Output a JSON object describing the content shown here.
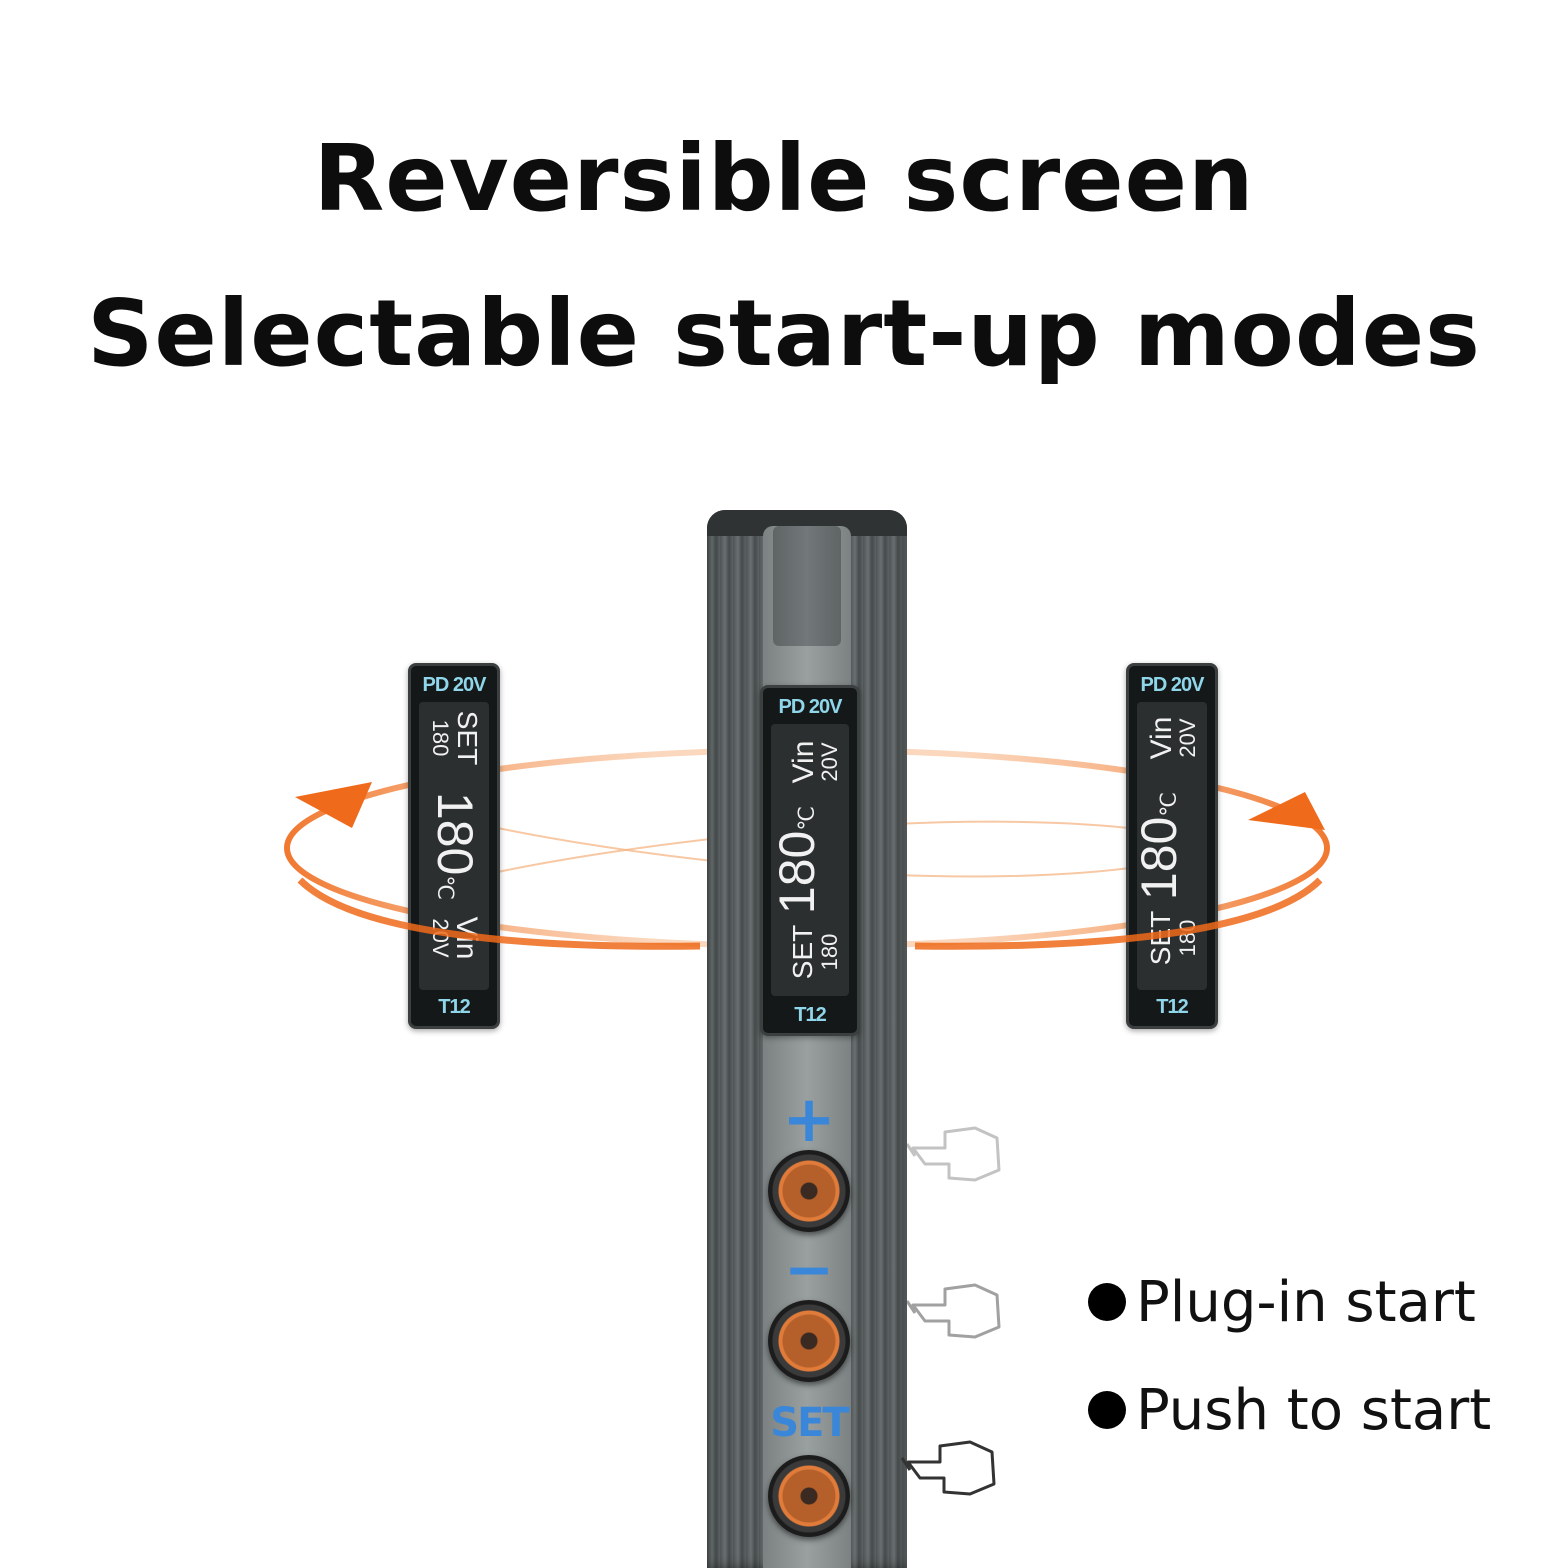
{
  "headline": {
    "line1": "Reversible screen",
    "line2": "Selectable start-up modes"
  },
  "screens": {
    "center": {
      "power": "PD 20V",
      "vin_label": "Vin",
      "vin_value": "20V",
      "temperature": "180",
      "unit": "℃",
      "set_label": "SET",
      "set_value": "180",
      "tip": "T12"
    },
    "left": {
      "power": "PD 20V",
      "vin_label": "Vin",
      "vin_value": "20V",
      "temperature": "180",
      "unit": "℃",
      "set_label": "SET",
      "set_value": "180",
      "tip": "T12"
    },
    "right": {
      "power": "PD 20V",
      "vin_label": "Vin",
      "vin_value": "20V",
      "temperature": "180",
      "unit": "℃",
      "set_label": "SET",
      "set_value": "180",
      "tip": "T12"
    }
  },
  "buttons": {
    "plus_label": "+",
    "minus_label": "−",
    "set_label": "SET"
  },
  "start_modes": [
    {
      "label": "Plug-in start"
    },
    {
      "label": "Push to start"
    }
  ],
  "colors": {
    "accent_orange": "#ef6a1a",
    "screen_text_cyan": "#8fd6ea",
    "button_label_blue": "#3a86d8"
  }
}
